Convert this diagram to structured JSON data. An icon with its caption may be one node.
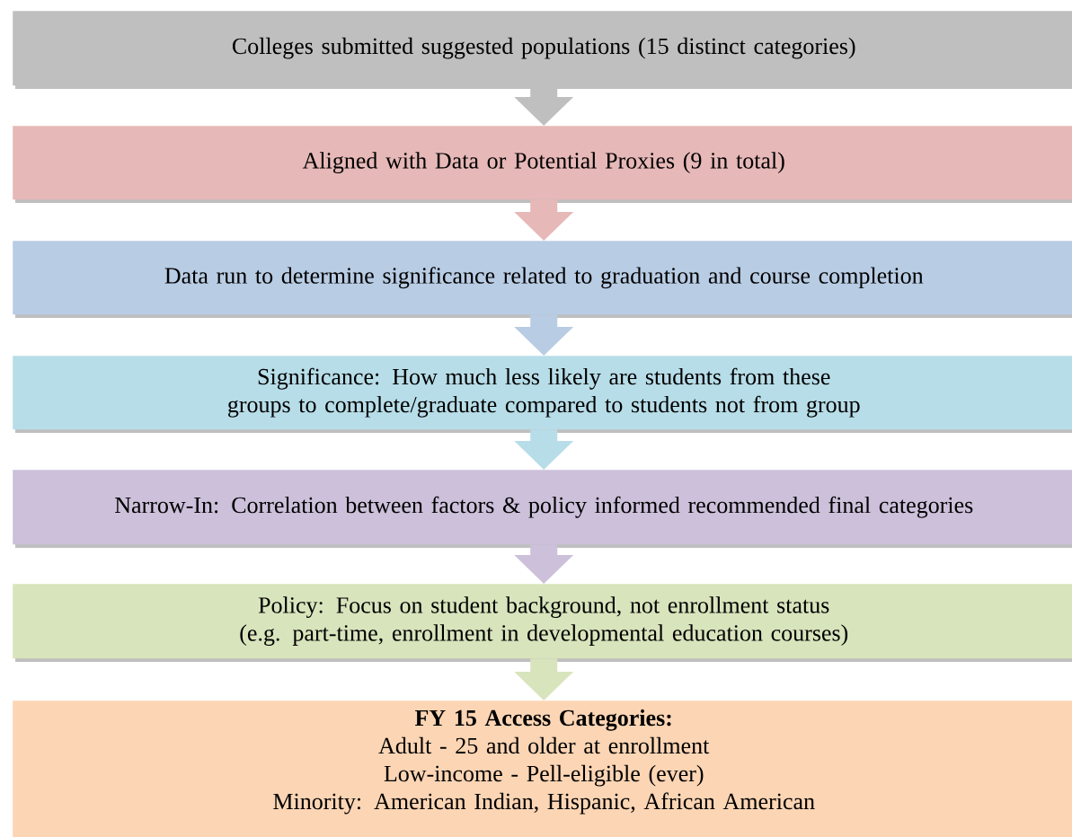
{
  "diagram": {
    "nodes": [
      {
        "text": [
          "Colleges submitted suggested populations (15 distinct categories)"
        ]
      },
      {
        "text": [
          "Aligned with Data or Potential Proxies (9 in total)"
        ]
      },
      {
        "text": [
          "Data run to determine significance related to graduation and course completion"
        ]
      },
      {
        "text": [
          "Significance: How much less likely are students from these groups to complete/graduate compared to students not from group"
        ]
      },
      {
        "text": [
          "Narrow-In: Correlation between factors & policy informed recommended final categories"
        ]
      },
      {
        "text": [
          "Policy: Focus on student background, not enrollment status (e.g. part-time, enrollment in developmental education courses)"
        ]
      },
      {
        "text": [
          "FY 15 Access Categories:",
          "Adult - 25 and older at enrollment",
          "Low-income - Pell-eligible (ever)",
          "Minority: American Indian, Hispanic, African American"
        ]
      }
    ],
    "edges": [
      {
        "from": 0,
        "to": 1,
        "arrow": "to",
        "color": "#bfbfbf"
      },
      {
        "from": 1,
        "to": 2,
        "arrow": "to",
        "color": "#e6b8b7"
      },
      {
        "from": 2,
        "to": 3,
        "arrow": "to",
        "color": "#b8cce4"
      },
      {
        "from": 3,
        "to": 4,
        "arrow": "to",
        "color": "#b7dde8"
      },
      {
        "from": 4,
        "to": 5,
        "arrow": "to",
        "color": "#ccc0da"
      },
      {
        "from": 5,
        "to": 6,
        "arrow": "to",
        "color": "#d8e4bc"
      }
    ]
  }
}
